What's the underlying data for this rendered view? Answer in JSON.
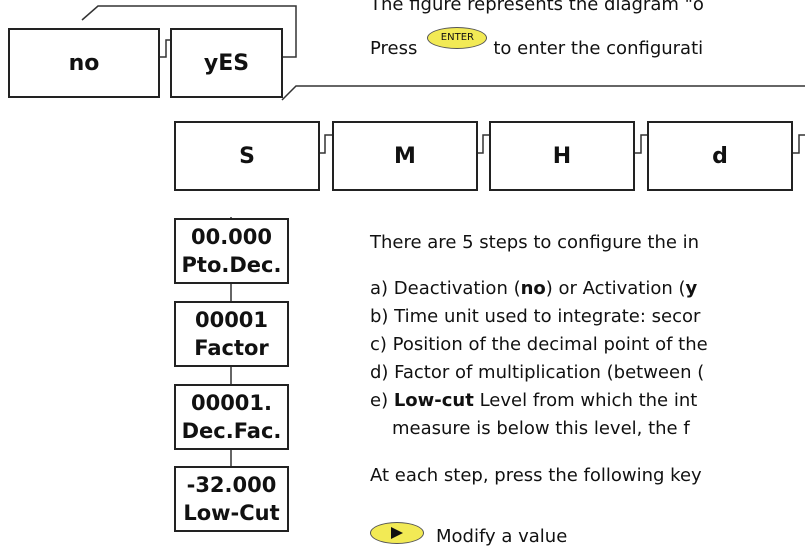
{
  "diagram": {
    "top_choices": [
      "no",
      "yES"
    ],
    "time_units": [
      "S",
      "M",
      "H",
      "d"
    ],
    "steps": [
      {
        "value": "00.000",
        "label": "Pto.Dec."
      },
      {
        "value": "00001",
        "label": "Factor"
      },
      {
        "value": "00001.",
        "label": "Dec.Fac."
      },
      {
        "value": "-32.000",
        "label": "Low-Cut"
      }
    ]
  },
  "text": {
    "intro_line": "The figure represents the diagram \"o",
    "press_word": "Press",
    "enter_key_label": "ENTER",
    "press_suffix": "to enter the configurati",
    "steps_intro": "There are 5 steps to configure the in",
    "item_a_prefix": "a) Deactivation (",
    "item_a_bold1": "no",
    "item_a_mid": ") or Activation (",
    "item_a_bold2": "y",
    "item_b": "b) Time unit used to integrate: secor",
    "item_c": "c) Position of the decimal point of the",
    "item_d": "d) Factor of multiplication (between (",
    "item_e_prefix": "e) ",
    "item_e_bold": "Low-cut",
    "item_e_rest": " Level from which the int",
    "item_e_line2": "measure is below this level, the f",
    "each_step": "At each step, press the following key",
    "modify": "Modify a value"
  },
  "icons": {
    "arrow_key": "right-arrow-key-icon",
    "key_color": "#f2ea55"
  }
}
